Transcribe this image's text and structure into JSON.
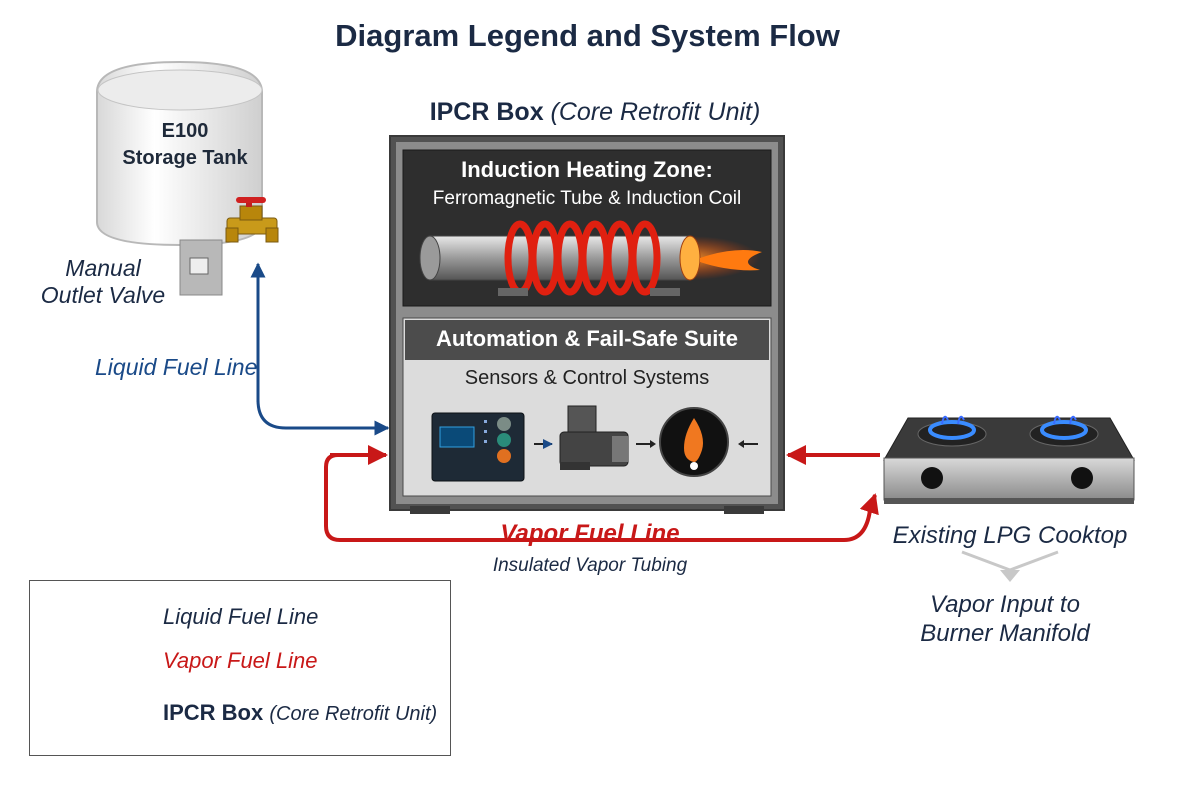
{
  "title": "Diagram Legend and System Flow",
  "tank": {
    "line1": "E100",
    "line2": "Storage Tank"
  },
  "valve": {
    "line1": "Manual",
    "line2": "Outlet Valve"
  },
  "liquid_line_label": "Liquid Fuel Line",
  "ipcr_box": {
    "title_bold": "IPCR Box",
    "title_italic": "(Core Retrofit Unit)",
    "heating_zone_title": "Induction Heating Zone:",
    "heating_zone_subtitle": "Ferromagnetic Tube & Induction Coil",
    "automation_title": "Automation & Fail-Safe Suite",
    "automation_subtitle": "Sensors & Control Systems"
  },
  "vapor_line_label": "Vapor Fuel Line",
  "vapor_line_sublabel": "Insulated Vapor Tubing",
  "cooktop_label": "Existing LPG Cooktop",
  "manifold": {
    "line1": "Vapor Input to",
    "line2": "Burner Manifold"
  },
  "legend": {
    "liquid": "Liquid Fuel Line",
    "vapor": "Vapor Fuel Line",
    "box_bold": "IPCR Box",
    "box_italic": "(Core Retrofit Unit)"
  },
  "colors": {
    "liquid_line": "#1a4a88",
    "vapor_line": "#c81818",
    "navy_text": "#1b2a44",
    "box_gray": "#4a4a4a"
  }
}
